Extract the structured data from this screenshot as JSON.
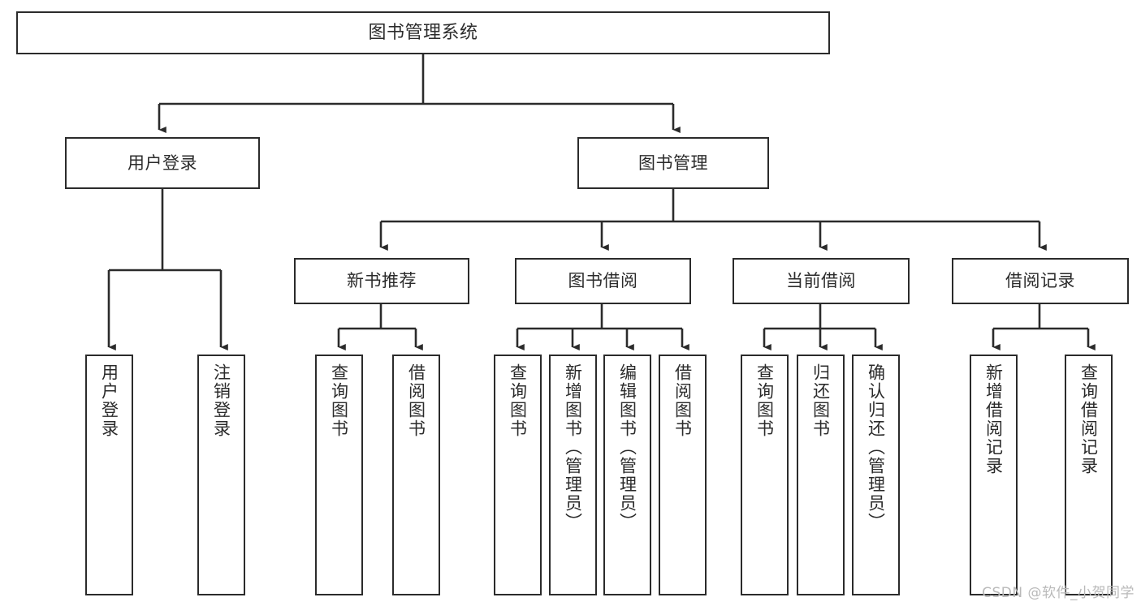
{
  "diagram": {
    "title": "图书管理系统",
    "type": "tree",
    "colors": {
      "border": "#2b2b2b",
      "fill": "#ffffff",
      "text": "#2b2b2b",
      "edge": "#2b2b2b",
      "watermark": "#b9b9b9"
    }
  },
  "nodes": {
    "root": {
      "label": "图书管理系统"
    },
    "level2": [
      {
        "id": "user-login",
        "label": "用户登录"
      },
      {
        "id": "book-management",
        "label": "图书管理"
      }
    ],
    "level3": [
      {
        "id": "new-book-recommend",
        "label": "新书推荐"
      },
      {
        "id": "book-borrow",
        "label": "图书借阅"
      },
      {
        "id": "current-borrow",
        "label": "当前借阅"
      },
      {
        "id": "borrow-record",
        "label": "借阅记录"
      }
    ],
    "leaves": [
      {
        "id": "leaf-user-login",
        "label": "用户登录"
      },
      {
        "id": "leaf-logout-login",
        "label": "注销登录"
      },
      {
        "id": "leaf-query-book-1",
        "label": "查询图书"
      },
      {
        "id": "leaf-borrow-book-1",
        "label": "借阅图书"
      },
      {
        "id": "leaf-query-book-2",
        "label": "查询图书"
      },
      {
        "id": "leaf-add-book",
        "label": "新增图书（管理员）"
      },
      {
        "id": "leaf-edit-book",
        "label": "编辑图书（管理员）"
      },
      {
        "id": "leaf-borrow-book-2",
        "label": "借阅图书"
      },
      {
        "id": "leaf-query-book-3",
        "label": "查询图书"
      },
      {
        "id": "leaf-return-book",
        "label": "归还图书"
      },
      {
        "id": "leaf-confirm-return",
        "label": "确认归还（管理员）"
      },
      {
        "id": "leaf-add-record",
        "label": "新增借阅记录"
      },
      {
        "id": "leaf-query-record",
        "label": "查询借阅记录"
      }
    ]
  },
  "edges": {
    "root_to_level2": [
      {
        "from": "root",
        "to": "user-login"
      },
      {
        "from": "root",
        "to": "book-management"
      }
    ],
    "user_login_children": [
      {
        "from": "user-login",
        "to": "leaf-user-login"
      },
      {
        "from": "user-login",
        "to": "leaf-logout-login"
      }
    ],
    "book_management_children": [
      {
        "from": "book-management",
        "to": "new-book-recommend"
      },
      {
        "from": "book-management",
        "to": "book-borrow"
      },
      {
        "from": "book-management",
        "to": "current-borrow"
      },
      {
        "from": "book-management",
        "to": "borrow-record"
      }
    ],
    "new_book_recommend_children": [
      {
        "from": "new-book-recommend",
        "to": "leaf-query-book-1"
      },
      {
        "from": "new-book-recommend",
        "to": "leaf-borrow-book-1"
      }
    ],
    "book_borrow_children": [
      {
        "from": "book-borrow",
        "to": "leaf-query-book-2"
      },
      {
        "from": "book-borrow",
        "to": "leaf-add-book"
      },
      {
        "from": "book-borrow",
        "to": "leaf-edit-book"
      },
      {
        "from": "book-borrow",
        "to": "leaf-borrow-book-2"
      }
    ],
    "current_borrow_children": [
      {
        "from": "current-borrow",
        "to": "leaf-query-book-3"
      },
      {
        "from": "current-borrow",
        "to": "leaf-return-book"
      },
      {
        "from": "current-borrow",
        "to": "leaf-confirm-return"
      }
    ],
    "borrow_record_children": [
      {
        "from": "borrow-record",
        "to": "leaf-add-record"
      },
      {
        "from": "borrow-record",
        "to": "leaf-query-record"
      }
    ]
  },
  "watermark": {
    "text": "CSDN @软件_小贺同学"
  }
}
